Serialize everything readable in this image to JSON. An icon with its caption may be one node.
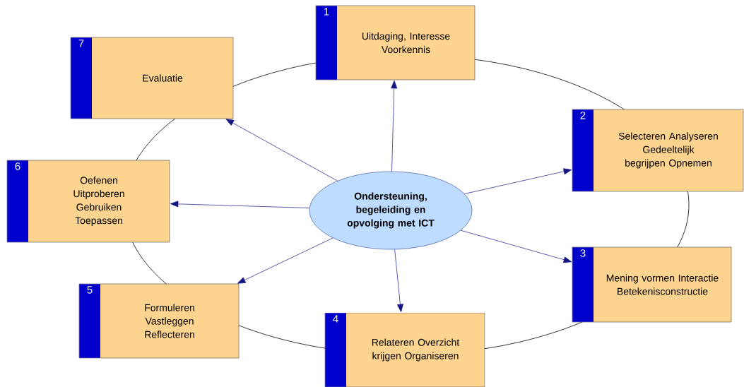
{
  "diagram": {
    "nodes": [
      {
        "text": [
          "1",
          "Uitdaging, Interesse Voorkennis"
        ]
      },
      {
        "text": [
          "2",
          "Selecteren Analyseren Gedeeltelijk begrijpen Opnemen"
        ]
      },
      {
        "text": [
          "3",
          "Mening vormen Interactie Betekenisconstructie"
        ]
      },
      {
        "text": [
          "4",
          "Relateren Overzicht krijgen Organiseren"
        ]
      },
      {
        "text": [
          "5",
          "Formuleren Vastleggen Reflecteren"
        ]
      },
      {
        "text": [
          "6",
          "Oefenen Uitproberen Gebruiken Toepassen"
        ]
      },
      {
        "text": [
          "7",
          "Evaluatie"
        ]
      },
      {
        "text": [
          "Ondersteuning, begeleiding en opvolging met ICT"
        ]
      }
    ],
    "edges": [
      {
        "from": 7,
        "to": 0,
        "arrow": "to"
      },
      {
        "from": 7,
        "to": 1,
        "arrow": "to"
      },
      {
        "from": 7,
        "to": 2,
        "arrow": "to"
      },
      {
        "from": 7,
        "to": 3,
        "arrow": "to"
      },
      {
        "from": 7,
        "to": 4,
        "arrow": "to"
      },
      {
        "from": 7,
        "to": 5,
        "arrow": "to"
      },
      {
        "from": 7,
        "to": 6,
        "arrow": "to"
      }
    ]
  }
}
